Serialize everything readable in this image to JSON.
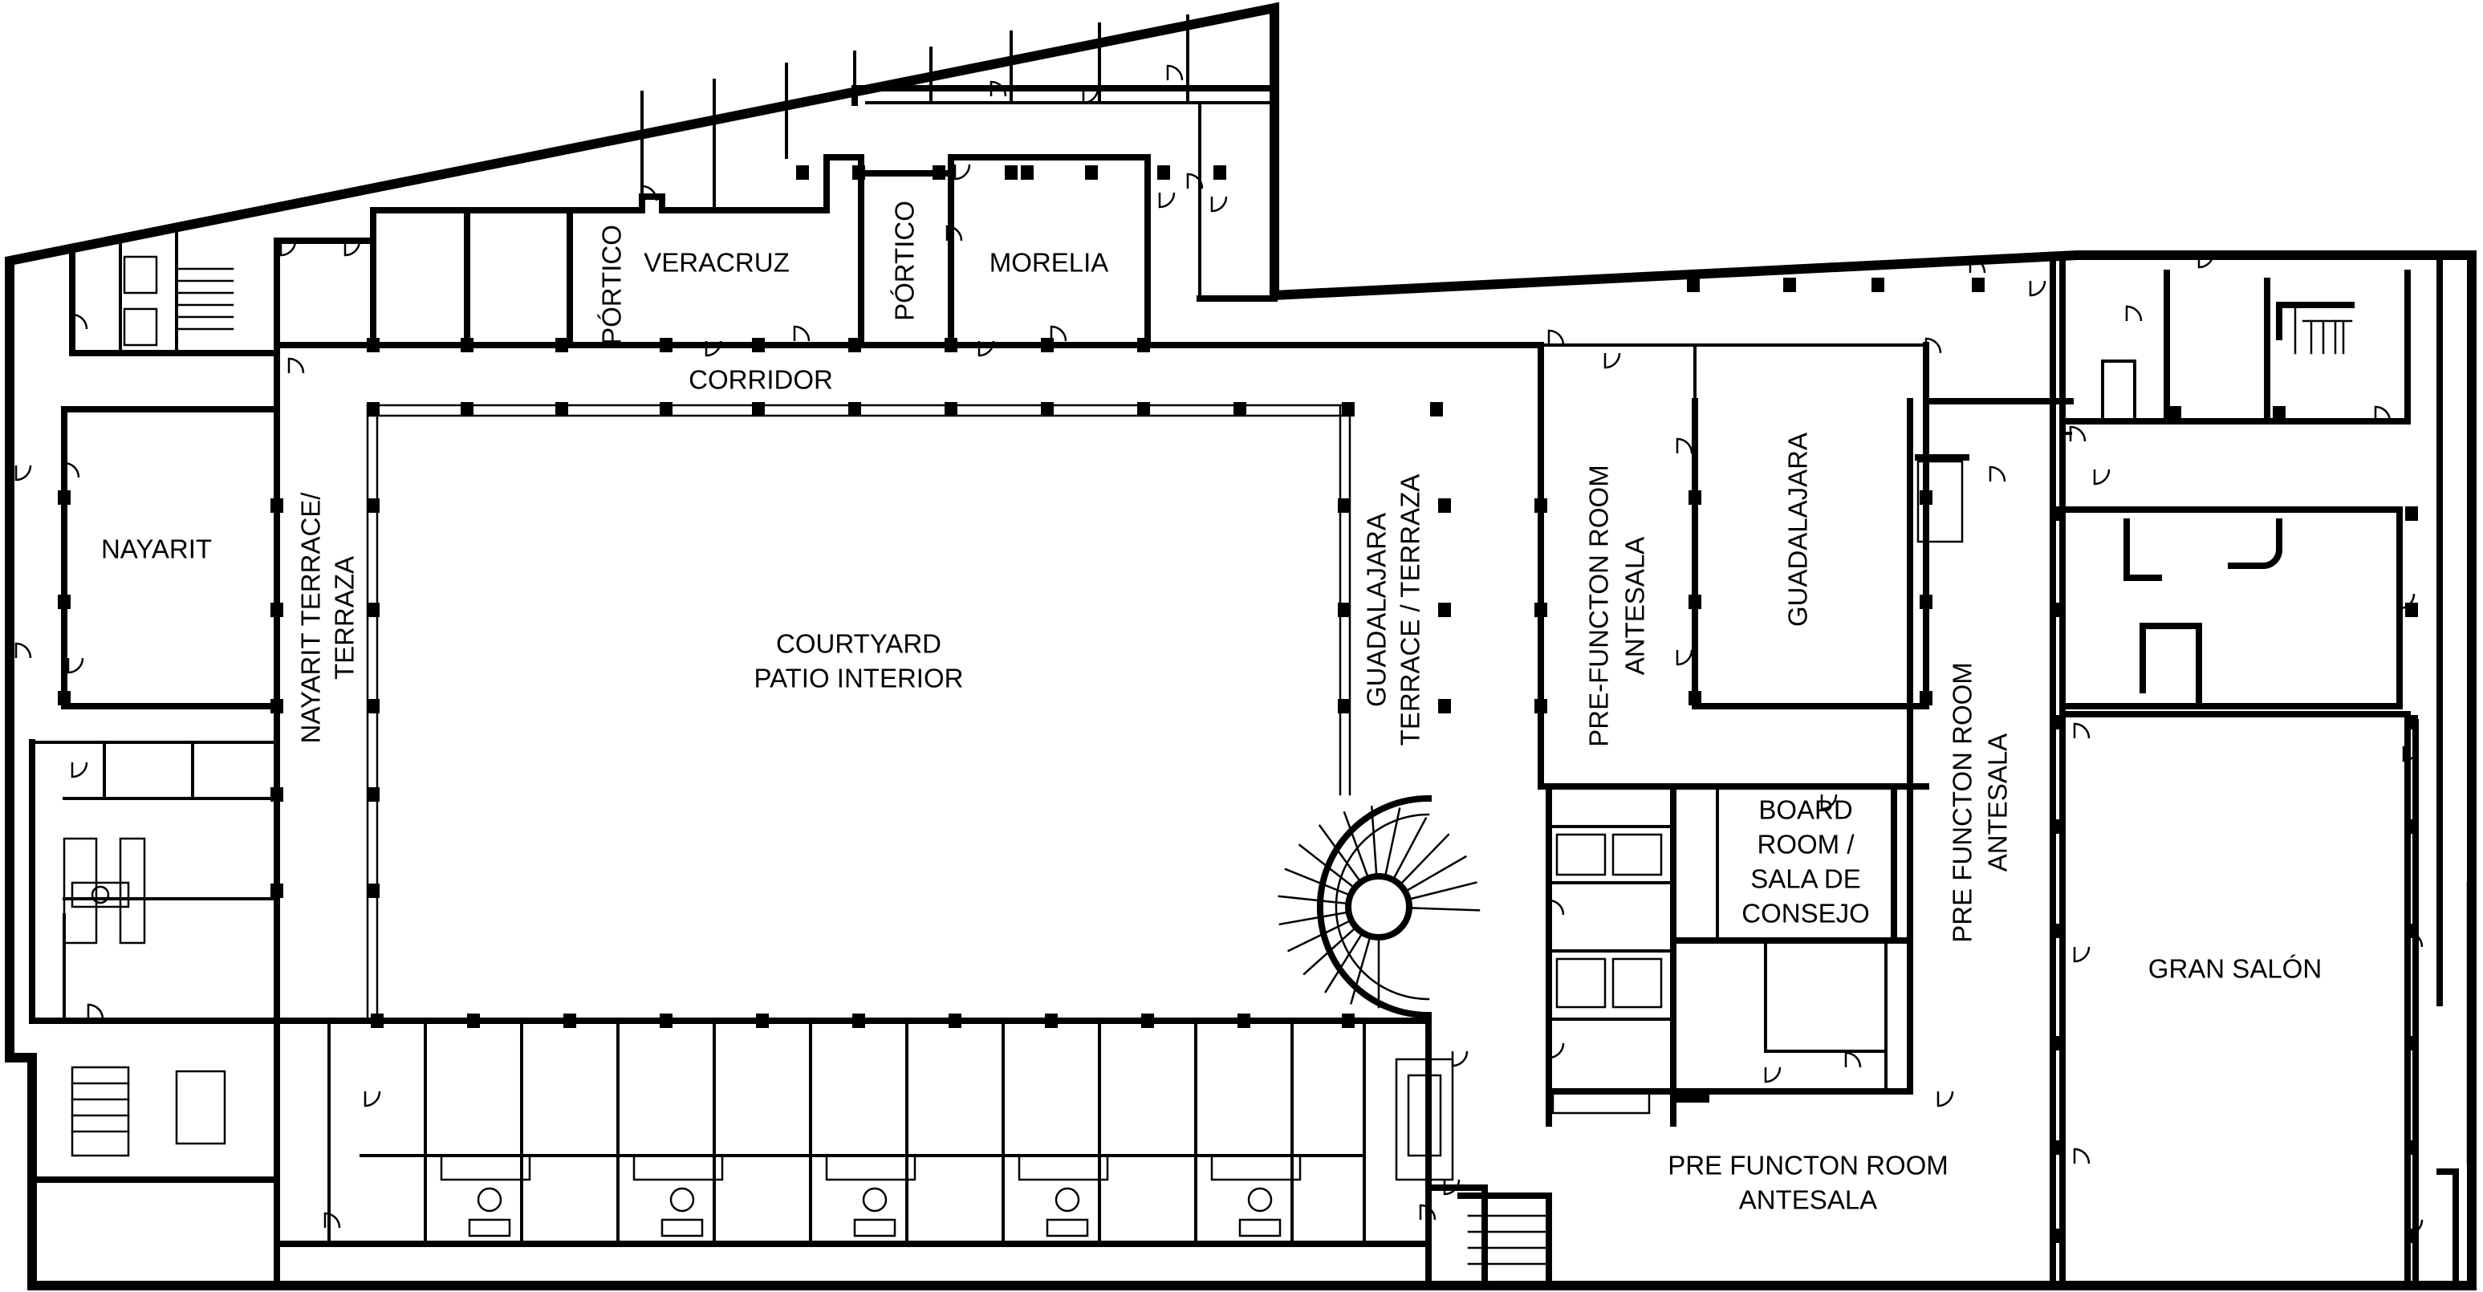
{
  "rooms": {
    "veracruz": "VERACRUZ",
    "morelia": "MORELIA",
    "portico_left": "PÓRTICO",
    "portico_right": "PÓRTICO",
    "corridor": "CORRIDOR",
    "nayarit": "NAYARIT",
    "nayarit_terrace_line1": "NAYARIT TERRACE/",
    "nayarit_terrace_line2": "TERRAZA",
    "courtyard_line1": "COURTYARD",
    "courtyard_line2": "PATIO INTERIOR",
    "guadalajara_terrace_line1": "GUADALAJARA",
    "guadalajara_terrace_line2": "TERRACE / TERRAZA",
    "prefunction_upper_line1": "PRE-FUNCTON ROOM",
    "prefunction_upper_line2": "ANTESALA",
    "guadalajara": "GUADALAJARA",
    "board_room_line1": "BOARD",
    "board_room_line2": "ROOM /",
    "board_room_line3": "SALA DE",
    "board_room_line4": "CONSEJO",
    "prefunction_right_line1": "PRE FUNCTON ROOM",
    "prefunction_right_line2": "ANTESALA",
    "prefunction_bottom_line1": "PRE FUNCTON ROOM",
    "prefunction_bottom_line2": "ANTESALA",
    "gran_salon": "GRAN SALÓN"
  }
}
